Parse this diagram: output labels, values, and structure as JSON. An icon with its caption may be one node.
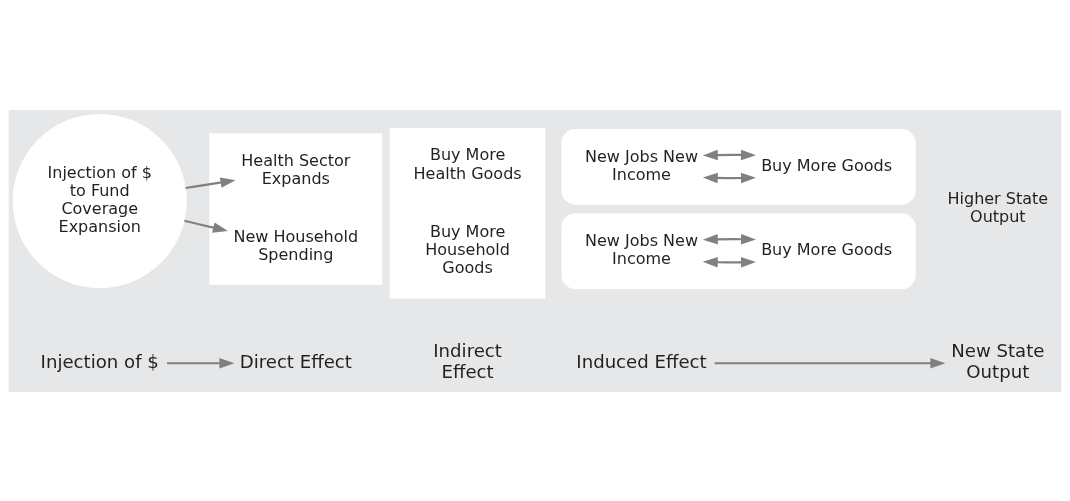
{
  "diagram": {
    "nodes": [
      {
        "text": [
          "Injection of $"
        ]
      },
      {
        "text": [
          "Direct Effect"
        ]
      },
      {
        "text": [
          "Indirect Effect"
        ]
      },
      {
        "text": [
          "Induced Effect"
        ]
      },
      {
        "text": [
          "New State Output"
        ]
      },
      {
        "text": [
          "Injection of $ to Fund Coverage Expansion"
        ]
      },
      {
        "text": [],
        "shape": "box"
      },
      {
        "text": [
          "Health Sector Expands"
        ],
        "in": 6
      },
      {
        "text": [
          "New Household Spending"
        ],
        "in": 6
      },
      {
        "text": [],
        "shape": "box"
      },
      {
        "text": [
          "Buy More Health Goods"
        ],
        "in": 9
      },
      {
        "text": [
          "Buy More Household Goods"
        ],
        "in": 9
      },
      {
        "text": [],
        "shape": "ellipse"
      },
      {
        "text": [
          "New Jobs New Income"
        ],
        "in": 12
      },
      {
        "text": [
          "Buy More Goods"
        ],
        "in": 12
      },
      {
        "text": [],
        "shape": "ellipse"
      },
      {
        "text": [
          "New Jobs New Income"
        ],
        "in": 15
      },
      {
        "text": [
          "Buy More Goods"
        ],
        "in": 15
      },
      {
        "text": [
          "Higher State Output"
        ]
      }
    ],
    "edges": [
      {
        "from": 0,
        "to": 1,
        "arrow": "to"
      },
      {
        "from": 3,
        "to": 4,
        "arrow": "to"
      },
      {
        "from": 5,
        "to": 7,
        "arrow": "to"
      },
      {
        "from": 5,
        "to": 8,
        "arrow": "to"
      },
      {
        "from": 13,
        "to": 14,
        "arrow": "both"
      },
      {
        "from": 13,
        "to": 14,
        "arrow": "both"
      },
      {
        "from": 16,
        "to": 17,
        "arrow": "both"
      },
      {
        "from": 16,
        "to": 17,
        "arrow": "both"
      }
    ]
  }
}
